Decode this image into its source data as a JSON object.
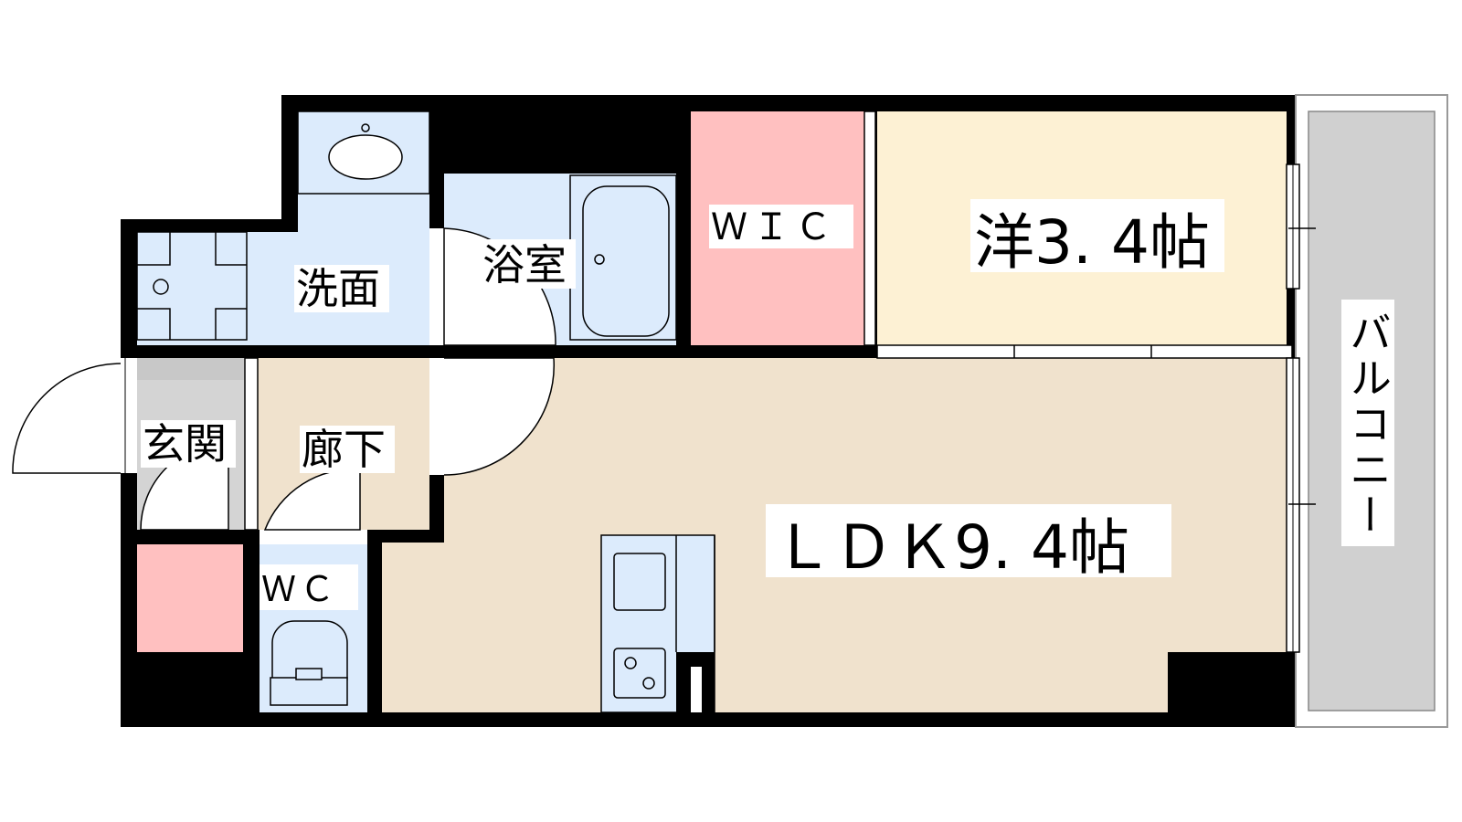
{
  "rooms": {
    "western_room": "洋3. 4帖",
    "ldk": "ＬＤＫ9. 4帖",
    "wic": "ＷＩＣ",
    "bathroom": "浴室",
    "washroom": "洗面",
    "entrance": "玄関",
    "hallway": "廊下",
    "toilet": "ＷＣ",
    "balcony": "バルコニー"
  },
  "colors": {
    "wall": "#000000",
    "ldk_floor": "#f0e2cd",
    "western_floor": "#fdf1d4",
    "wic_floor": "#ffc0c0",
    "wet_area": "#dcebfc",
    "balcony_floor": "#d0d0d0",
    "entrance_floor": "#d4d4d4",
    "storage": "#ffc0c0"
  }
}
